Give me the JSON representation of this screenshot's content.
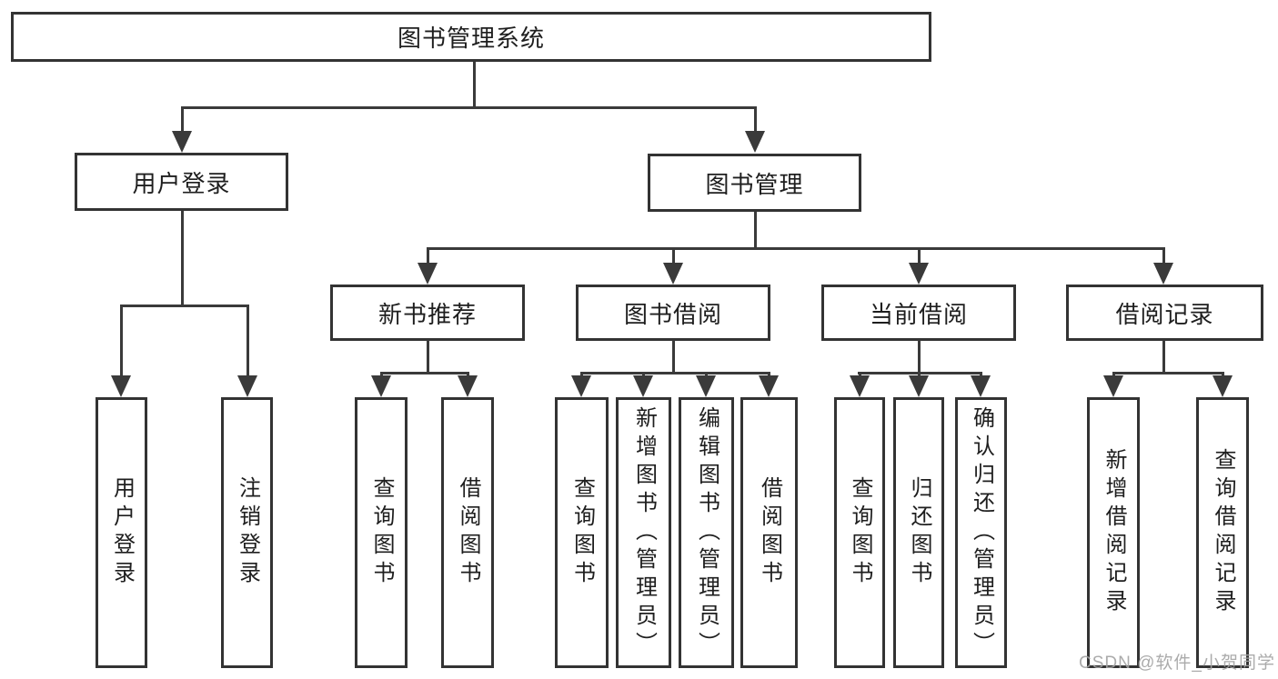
{
  "diagram": {
    "root": {
      "label": "图书管理系统"
    },
    "level2": [
      {
        "label": "用户登录"
      },
      {
        "label": "图书管理"
      }
    ],
    "level3": [
      {
        "label": "新书推荐"
      },
      {
        "label": "图书借阅"
      },
      {
        "label": "当前借阅"
      },
      {
        "label": "借阅记录"
      }
    ],
    "leaves": {
      "user_login": [
        "用户登录",
        "注销登录"
      ],
      "new_book_recommend": [
        "查询图书",
        "借阅图书"
      ],
      "book_borrow": [
        "查询图书",
        "新增图书（管理员）",
        "编辑图书（管理员）",
        "借阅图书"
      ],
      "current_borrow": [
        "查询图书",
        "归还图书",
        "确认归还（管理员）"
      ],
      "borrow_record": [
        "新增借阅记录",
        "查询借阅记录"
      ]
    },
    "colors": {
      "line": "#3a3a3a",
      "border": "#333333",
      "text": "#1e1e1e",
      "watermark": "#a2a2a2"
    }
  },
  "watermark": {
    "text": "CSDN @软件_小贺同学"
  }
}
